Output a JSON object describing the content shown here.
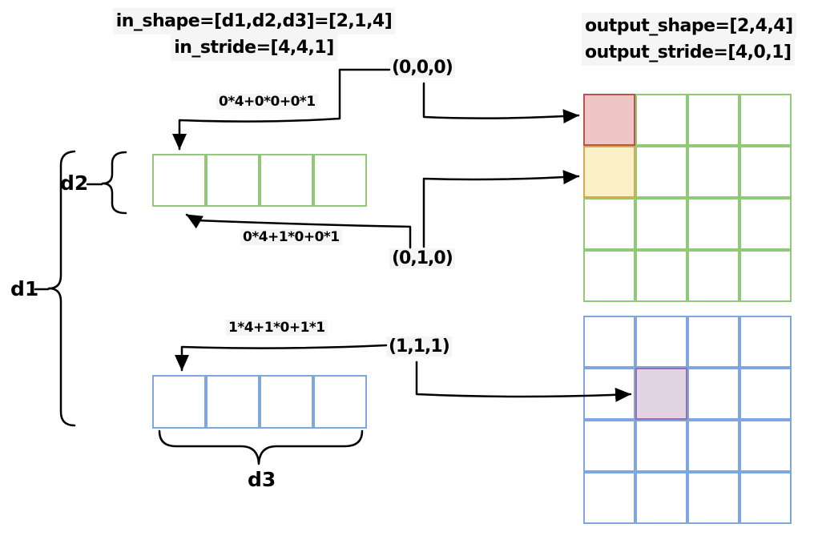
{
  "header_left": {
    "line1": "in_shape=[d1,d2,d3]=[2,1,4]",
    "line2": "in_stride=[4,4,1]"
  },
  "header_right": {
    "line1": "output_shape=[2,4,4]",
    "line2": "output_stride=[4,0,1]"
  },
  "coords": {
    "c000": "(0,0,0)",
    "c010": "(0,1,0)",
    "c111": "(1,1,1)"
  },
  "formulas": {
    "f000": "0*4+0*0+0*1",
    "f010": "0*4+1*0+0*1",
    "f111": "1*4+1*0+1*1"
  },
  "dims": {
    "d1": "d1",
    "d2": "d2",
    "d3": "d3"
  },
  "colors": {
    "green": "#90c978",
    "blue": "#7ea6e0",
    "red_border": "#b85450",
    "red_fill": "#f0c5c5",
    "yellow_border": "#d7a94b",
    "yellow_fill": "#faf0c8",
    "purple_border": "#9673a6",
    "purple_fill": "#e2d3e5",
    "label_bg": "#f5f5f5",
    "arrow": "#000000"
  },
  "grids": [
    {
      "name": "input-slice-0",
      "rows": 1,
      "cols": 4,
      "stroke": "green",
      "highlights": []
    },
    {
      "name": "input-slice-1",
      "rows": 1,
      "cols": 4,
      "stroke": "blue",
      "highlights": []
    },
    {
      "name": "output-slice-0",
      "rows": 4,
      "cols": 4,
      "stroke": "green",
      "highlights": [
        {
          "row": 0,
          "col": 0,
          "style": "red"
        },
        {
          "row": 1,
          "col": 0,
          "style": "yellow"
        }
      ]
    },
    {
      "name": "output-slice-1",
      "rows": 4,
      "cols": 4,
      "stroke": "blue",
      "highlights": [
        {
          "row": 1,
          "col": 1,
          "style": "purple"
        }
      ]
    }
  ]
}
